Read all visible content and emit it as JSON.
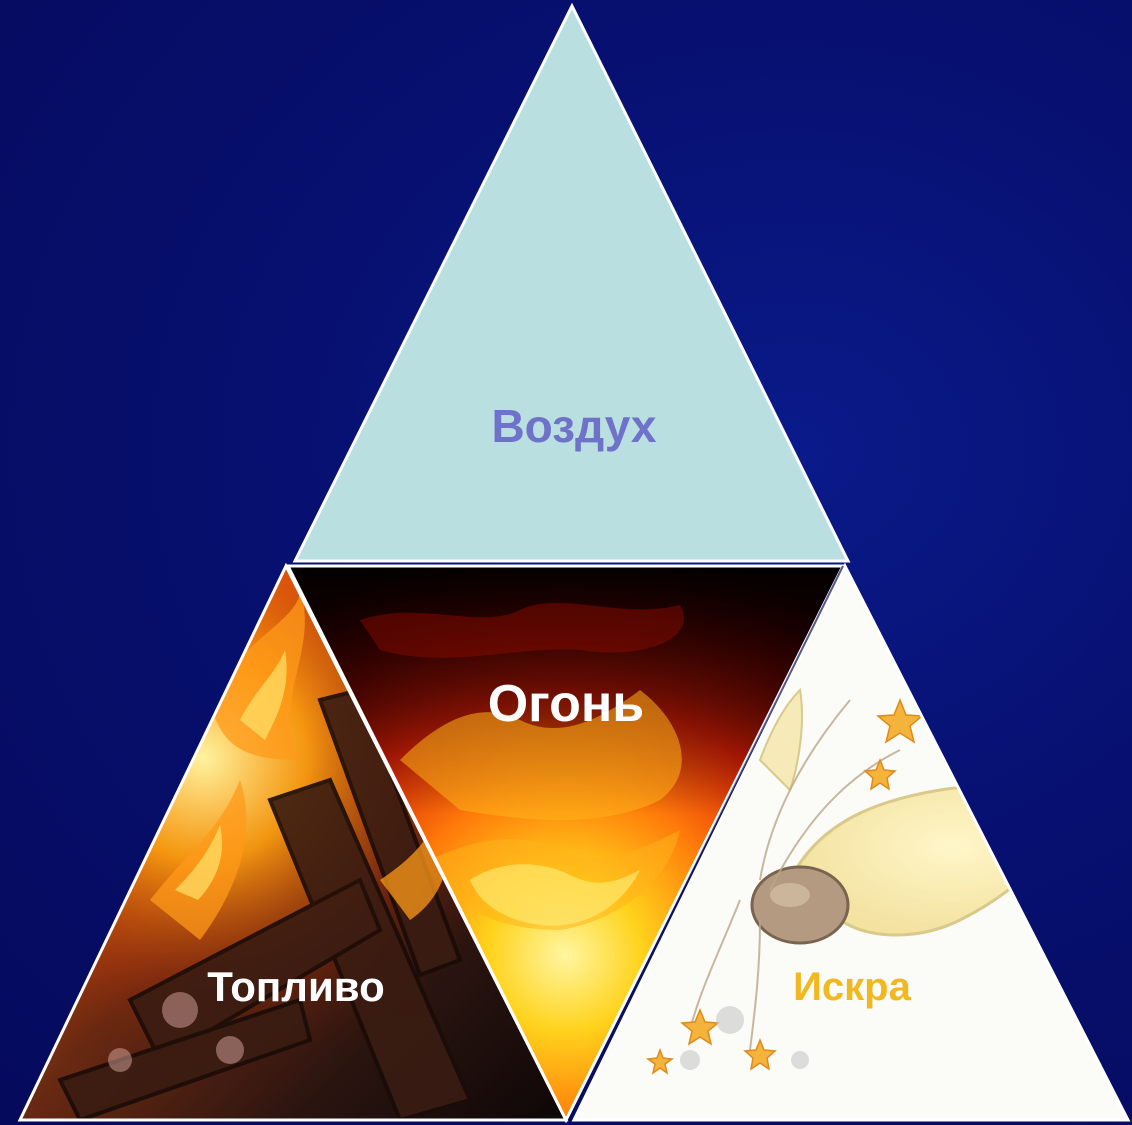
{
  "diagram": {
    "top": {
      "label": "Воздух",
      "fill": "#b9dfe0",
      "text_color": "#6f72c9"
    },
    "center": {
      "label": "Огонь",
      "text_color": "#ffffff"
    },
    "left": {
      "label": "Топливо",
      "text_color": "#ffffff"
    },
    "right": {
      "label": "Искра",
      "text_color": "#f2b820"
    }
  },
  "colors": {
    "background": "#06106e",
    "outline": "#ffffff"
  }
}
